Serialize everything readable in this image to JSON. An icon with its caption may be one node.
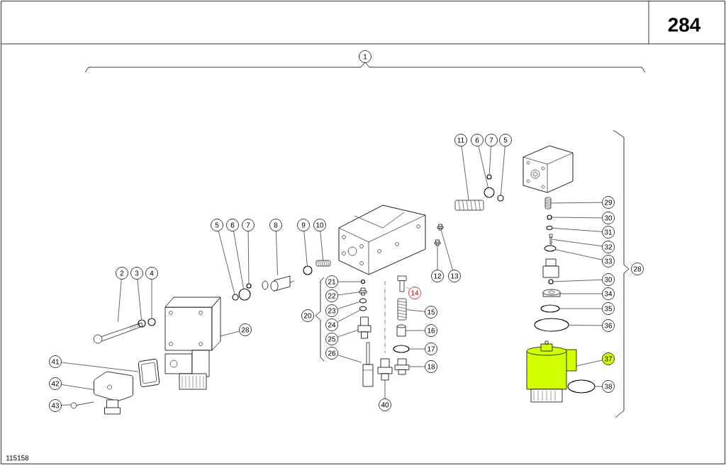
{
  "diagram": {
    "nodes": [
      {
        "text": [
          "2"
        ]
      },
      {
        "text": [],
        "shape": "picture"
      },
      {
        "text": [
          "3"
        ]
      },
      {
        "text": [],
        "shape": "circle"
      },
      {
        "text": [
          "4"
        ]
      },
      {
        "text": [],
        "shape": "circle"
      },
      {
        "text": [
          "28"
        ]
      },
      {
        "text": [],
        "shape": "picture"
      },
      {
        "text": [
          "41"
        ]
      },
      {
        "text": [],
        "shape": "picture"
      },
      {
        "text": [
          "42"
        ]
      },
      {
        "text": [],
        "shape": "picture"
      },
      {
        "text": [
          "43"
        ]
      },
      {
        "text": [],
        "shape": "picture"
      },
      {
        "text": [
          "5"
        ]
      },
      {
        "text": [],
        "shape": "circle"
      },
      {
        "text": [
          "6"
        ]
      },
      {
        "text": [],
        "shape": "circle"
      },
      {
        "text": [
          "7"
        ]
      },
      {
        "text": [],
        "shape": "circle"
      },
      {
        "text": [
          "8"
        ]
      },
      {
        "text": [],
        "shape": "picture"
      },
      {
        "text": [
          "9"
        ]
      },
      {
        "text": [],
        "shape": "circle"
      },
      {
        "text": [
          "10"
        ]
      },
      {
        "text": [],
        "shape": "picture"
      },
      {
        "text": [
          "21"
        ]
      },
      {
        "text": [],
        "shape": "circle"
      },
      {
        "text": [
          "22"
        ]
      },
      {
        "text": [],
        "shape": "picture"
      },
      {
        "text": [
          "23"
        ]
      },
      {
        "text": [],
        "shape": "circle"
      },
      {
        "text": [
          "24"
        ]
      },
      {
        "text": [],
        "shape": "circle"
      },
      {
        "text": [
          "25"
        ]
      },
      {
        "text": [],
        "shape": "picture"
      },
      {
        "text": [
          "26"
        ]
      },
      {
        "text": [],
        "shape": "picture"
      },
      {
        "text": [
          "40"
        ]
      },
      {
        "text": [],
        "shape": "picture"
      },
      {
        "text": [
          "11"
        ]
      },
      {
        "text": [],
        "shape": "picture"
      },
      {
        "text": [
          "6"
        ]
      },
      {
        "text": [],
        "shape": "circle"
      },
      {
        "text": [
          "7"
        ]
      },
      {
        "text": [],
        "shape": "circle"
      },
      {
        "text": [
          "5"
        ]
      },
      {
        "text": [],
        "shape": "circle"
      },
      {
        "text": [
          "12"
        ]
      },
      {
        "text": [],
        "shape": "picture"
      },
      {
        "text": [
          "13"
        ]
      },
      {
        "text": [],
        "shape": "picture"
      },
      {
        "text": [
          "14"
        ]
      },
      {
        "text": [],
        "shape": "picture"
      },
      {
        "text": [
          "15"
        ]
      },
      {
        "text": [],
        "shape": "picture"
      },
      {
        "text": [
          "16"
        ]
      },
      {
        "text": [],
        "shape": "cylinder"
      },
      {
        "text": [
          "17"
        ]
      },
      {
        "text": [],
        "shape": "circle"
      },
      {
        "text": [
          "18"
        ]
      },
      {
        "text": [],
        "shape": "picture"
      },
      {
        "text": [
          "29"
        ]
      },
      {
        "text": [],
        "shape": "picture"
      },
      {
        "text": [
          "30"
        ]
      },
      {
        "text": [],
        "shape": "circle"
      },
      {
        "text": [
          "31"
        ]
      },
      {
        "text": [],
        "shape": "circle"
      },
      {
        "text": [
          "32"
        ]
      },
      {
        "text": [],
        "shape": "picture"
      },
      {
        "text": [
          "33"
        ]
      },
      {
        "text": [],
        "shape": "circle"
      },
      {
        "text": [
          "30"
        ]
      },
      {
        "text": [],
        "shape": "circle"
      },
      {
        "text": [
          "34"
        ]
      },
      {
        "text": [],
        "shape": "picture"
      },
      {
        "text": [
          "35"
        ]
      },
      {
        "text": [],
        "shape": "circle"
      },
      {
        "text": [
          "36"
        ]
      },
      {
        "text": [],
        "shape": "circle"
      },
      {
        "text": [
          "37"
        ]
      },
      {
        "text": [],
        "shape": "cylinder"
      },
      {
        "text": [
          "38"
        ]
      },
      {
        "text": [],
        "shape": "circle"
      },
      {
        "text": [
          "1"
        ]
      },
      {
        "text": [
          "20"
        ]
      },
      {
        "text": [
          "28"
        ]
      }
    ],
    "edges": [
      {
        "from": 0,
        "to": 1,
        "arrow": "none"
      },
      {
        "from": 2,
        "to": 3,
        "arrow": "none"
      },
      {
        "from": 4,
        "to": 5,
        "arrow": "none"
      },
      {
        "from": 6,
        "to": 7,
        "arrow": "none"
      },
      {
        "from": 8,
        "to": 9,
        "arrow": "none"
      },
      {
        "from": 10,
        "to": 11,
        "arrow": "none"
      },
      {
        "from": 12,
        "to": 13,
        "arrow": "none"
      },
      {
        "from": 14,
        "to": 15,
        "arrow": "none"
      },
      {
        "from": 16,
        "to": 17,
        "arrow": "none"
      },
      {
        "from": 18,
        "to": 19,
        "arrow": "none"
      },
      {
        "from": 20,
        "to": 21,
        "arrow": "none"
      },
      {
        "from": 22,
        "to": 23,
        "arrow": "none"
      },
      {
        "from": 24,
        "to": 25,
        "arrow": "none"
      },
      {
        "from": 26,
        "to": 27,
        "arrow": "none"
      },
      {
        "from": 28,
        "to": 29,
        "arrow": "none"
      },
      {
        "from": 30,
        "to": 31,
        "arrow": "none"
      },
      {
        "from": 32,
        "to": 33,
        "arrow": "none"
      },
      {
        "from": 34,
        "to": 35,
        "arrow": "none"
      },
      {
        "from": 36,
        "to": 37,
        "arrow": "none"
      },
      {
        "from": 38,
        "to": 39,
        "arrow": "none"
      },
      {
        "from": 40,
        "to": 41,
        "arrow": "none"
      },
      {
        "from": 42,
        "to": 43,
        "arrow": "none"
      },
      {
        "from": 44,
        "to": 45,
        "arrow": "none"
      },
      {
        "from": 46,
        "to": 47,
        "arrow": "none"
      },
      {
        "from": 48,
        "to": 49,
        "arrow": "none"
      },
      {
        "from": 50,
        "to": 51,
        "arrow": "none"
      },
      {
        "from": 52,
        "to": 53,
        "arrow": "none",
        "color": "#d42020"
      },
      {
        "from": 54,
        "to": 55,
        "arrow": "none"
      },
      {
        "from": 56,
        "to": 57,
        "arrow": "none"
      },
      {
        "from": 58,
        "to": 59,
        "arrow": "none"
      },
      {
        "from": 60,
        "to": 61,
        "arrow": "none"
      },
      {
        "from": 62,
        "to": 63,
        "arrow": "none"
      },
      {
        "from": 64,
        "to": 65,
        "arrow": "none"
      },
      {
        "from": 66,
        "to": 67,
        "arrow": "none"
      },
      {
        "from": 68,
        "to": 69,
        "arrow": "none"
      },
      {
        "from": 70,
        "to": 71,
        "arrow": "none"
      },
      {
        "from": 72,
        "to": 73,
        "arrow": "none"
      },
      {
        "from": 74,
        "to": 75,
        "arrow": "none"
      },
      {
        "from": 76,
        "to": 77,
        "arrow": "none"
      },
      {
        "from": 78,
        "to": 79,
        "arrow": "none"
      },
      {
        "from": 80,
        "to": 81,
        "arrow": "none"
      },
      {
        "from": 82,
        "to": 83,
        "arrow": "none"
      }
    ],
    "labels": [
      "284",
      "115158"
    ]
  }
}
